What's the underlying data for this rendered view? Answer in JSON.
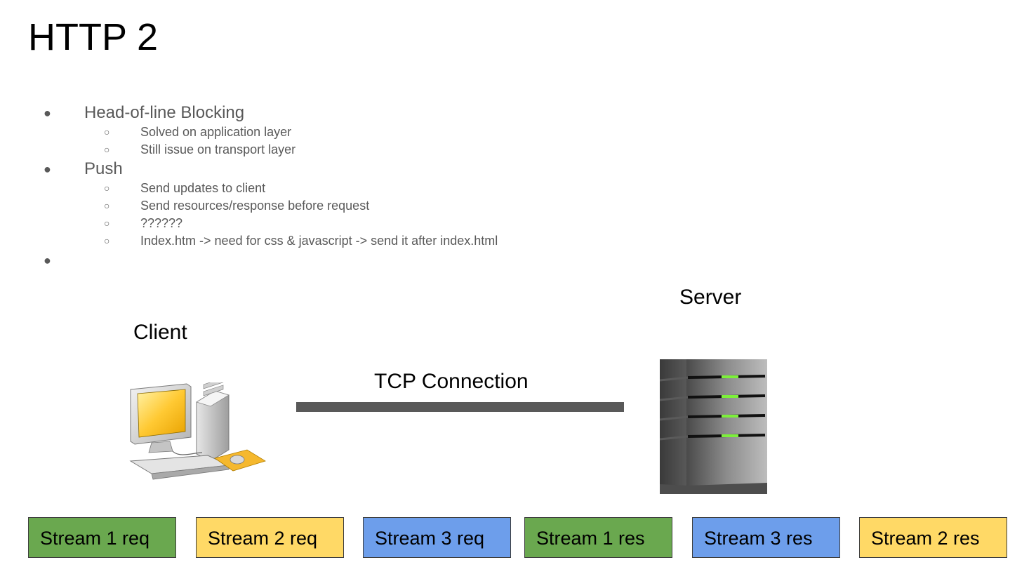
{
  "slide": {
    "title": "HTTP 2"
  },
  "bullets": [
    {
      "text": "Head-of-line Blocking",
      "children": [
        "Solved on application layer",
        "Still issue on transport layer"
      ]
    },
    {
      "text": "Push",
      "children": [
        "Send updates to client",
        "Send resources/response before request",
        "??????",
        "Index.htm -> need for css & javascript -> send it after index.html"
      ]
    },
    {
      "text": "",
      "children": []
    }
  ],
  "diagram": {
    "client_label": "Client",
    "server_label": "Server",
    "connection_label": "TCP Connection",
    "connection_color": "#595959"
  },
  "streams": [
    {
      "label": "Stream 1 req",
      "color": "#6aa84f"
    },
    {
      "label": "Stream 2 req",
      "color": "#ffd966"
    },
    {
      "label": "Stream 3 req",
      "color": "#6d9eeb"
    },
    {
      "label": "Stream 1 res",
      "color": "#6aa84f"
    },
    {
      "label": "Stream 3 res",
      "color": "#6d9eeb"
    },
    {
      "label": "Stream 2 res",
      "color": "#ffd966"
    }
  ]
}
